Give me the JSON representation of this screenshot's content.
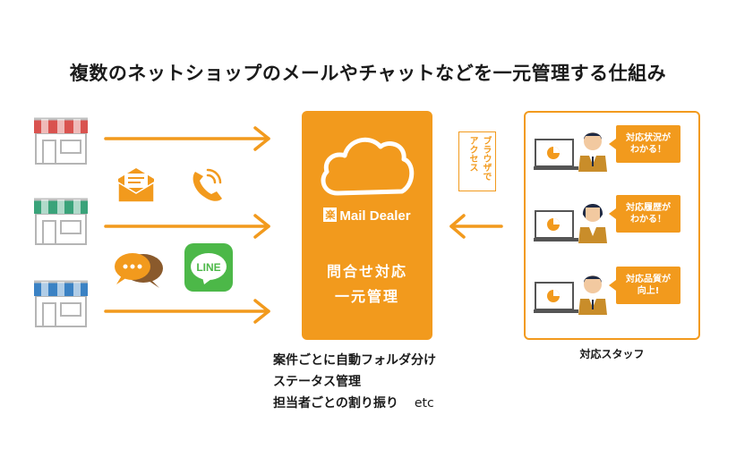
{
  "title": "複数のネットショップのメールやチャットなどを一元管理する仕組み",
  "shops": [
    {
      "awning_color": "#d9534f"
    },
    {
      "awning_color": "#3aa37a"
    },
    {
      "awning_color": "#3b82c4"
    }
  ],
  "channel_icons": [
    "envelope-icon",
    "phone-icon",
    "chat-bubbles-icon",
    "line-app-icon"
  ],
  "line_label": "LINE",
  "brand": {
    "kanji": "楽",
    "name": "Mail Dealer"
  },
  "box_text": {
    "line1": "問合せ対応",
    "line2": "一元管理"
  },
  "features": [
    "案件ごとに自動フォルダ分け",
    "ステータス管理",
    "担当者ごとの割り振り"
  ],
  "features_etc": "etc",
  "browser_tag": {
    "col1": "ブラウザで",
    "col2": "アクセス"
  },
  "staff": [
    {
      "bubble": "対応状況が\nわかる！"
    },
    {
      "bubble": "対応履歴が\nわかる！"
    },
    {
      "bubble": "対応品質が\n向上!"
    }
  ],
  "staff_label": "対応スタッフ",
  "colors": {
    "accent": "#f29a1d",
    "line_green": "#4cb848"
  }
}
